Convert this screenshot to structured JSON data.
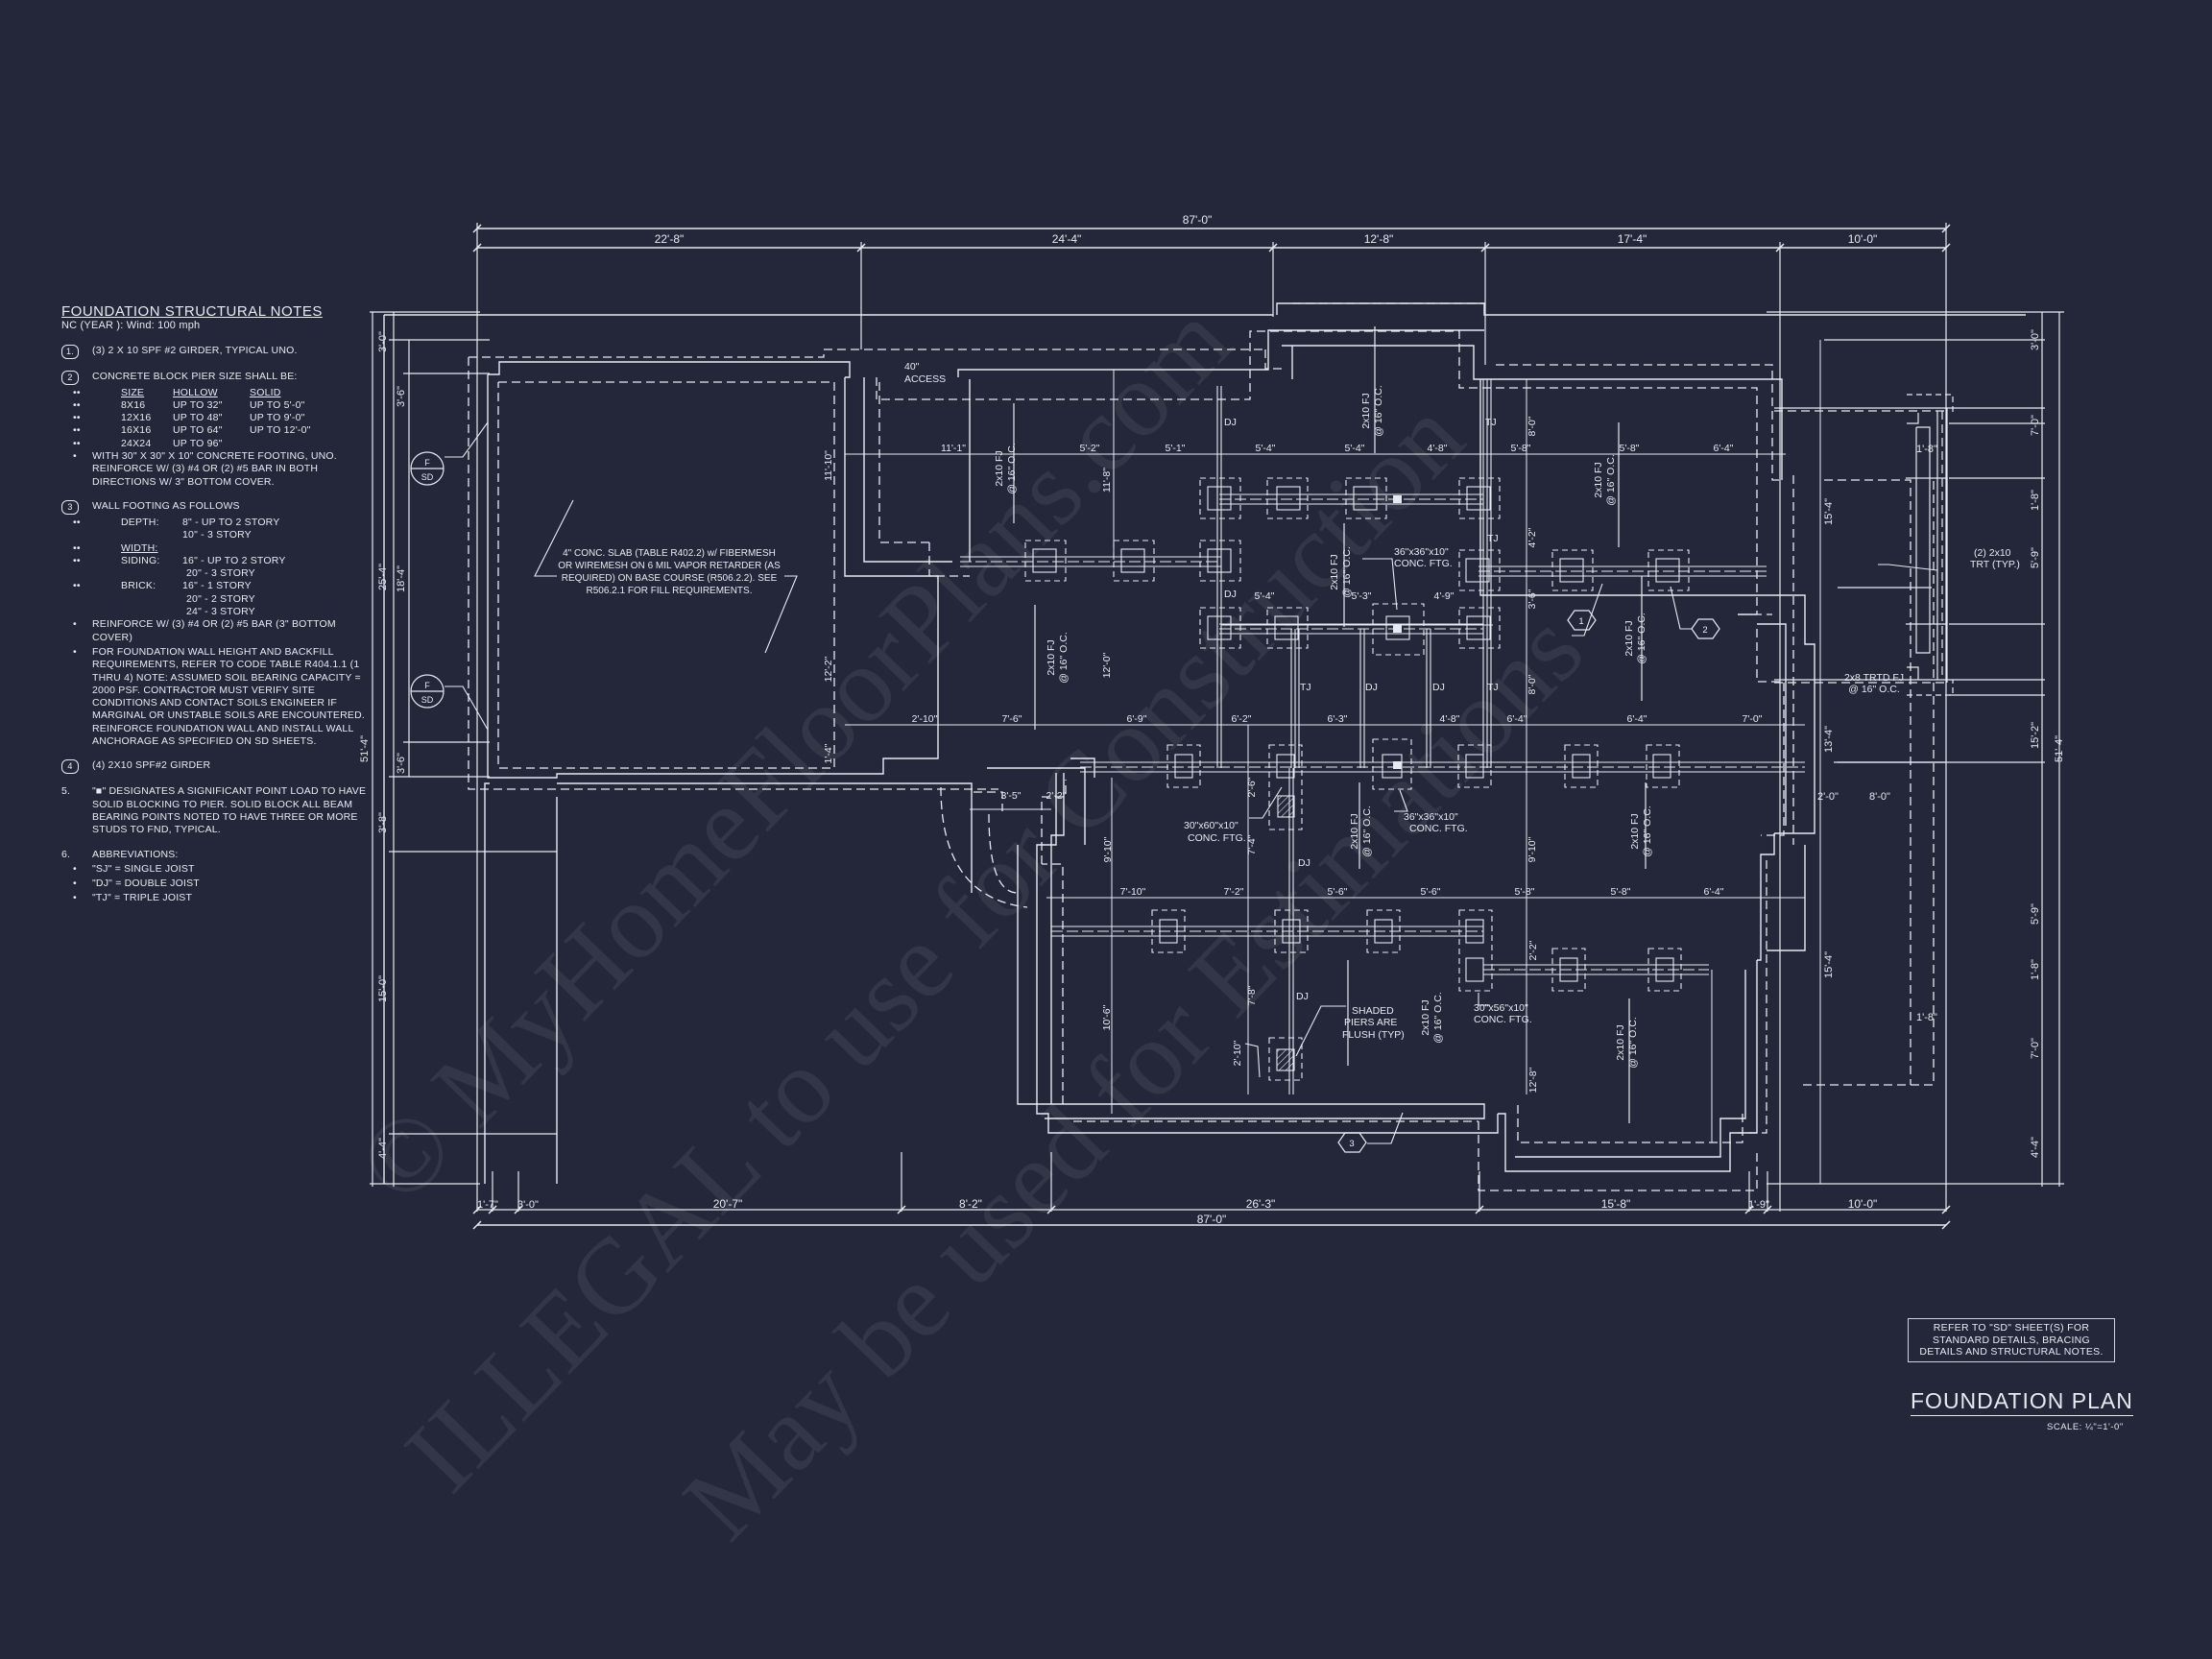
{
  "sheet": {
    "background": "#232739",
    "line_color": "#e8eaf2",
    "title": "FOUNDATION PLAN",
    "scale": "SCALE: ¼\"=1'-0\"",
    "reference_note": [
      "REFER TO \"SD\"  SHEET(S) FOR",
      "STANDARD DETAILS, BRACING",
      "DETAILS AND STRUCTURAL NOTES."
    ]
  },
  "notes": {
    "title": "FOUNDATION STRUCTURAL NOTES",
    "subtitle": "NC (YEAR ): Wind: 100 mph",
    "n1": {
      "num": "1.",
      "text": "(3) 2 x 10 SPF #2 GIRDER, TYPICAL UNO."
    },
    "n2": {
      "num": "2",
      "text": "CONCRETE BLOCK PIER SIZE SHALL BE:",
      "headers": [
        "SIZE",
        "HOLLOW",
        "SOLID"
      ],
      "rows": [
        [
          "8x16",
          "UP TO 32\"",
          "UP TO 5'-0\""
        ],
        [
          "12x16",
          "UP TO 48\"",
          "UP TO 9'-0\""
        ],
        [
          "16x16",
          "UP TO 64\"",
          "UP TO 12'-0\""
        ],
        [
          "24x24",
          "UP TO 96\"",
          ""
        ]
      ],
      "footing": "WITH 30\" x 30\" x 10\" CONCRETE FOOTING, UNO. REINFORCE W/ (3) #4 OR (2) #5 BAR IN BOTH DIRECTIONS W/ 3\" BOTTOM COVER."
    },
    "n3": {
      "num": "3",
      "text": "WALL FOOTING AS FOLLOWS",
      "depth_label": "DEPTH:",
      "depth": [
        "8\" - UP TO 2 STORY",
        "10\" - 3 STORY"
      ],
      "width_label": "WIDTH:",
      "siding_label": "SIDING:",
      "siding": [
        "16\" - UP TO 2 STORY",
        "20\" - 3 STORY"
      ],
      "brick_label": "BRICK:",
      "brick": [
        "16\" - 1 STORY",
        "20\" - 2 STORY",
        "24\" - 3 STORY"
      ],
      "reinforce": "REINFORCE W/ (3) #4 OR (2) #5 BAR (3\" BOTTOM COVER)",
      "backfill": "FOR FOUNDATION WALL HEIGHT AND BACKFILL REQUIREMENTS, REFER TO CODE TABLE R404.1.1 (1 THRU 4) NOTE: ASSUMED SOIL BEARING CAPACITY = 2000 PSF. CONTRACTOR MUST VERIFY SITE CONDITIONS AND CONTACT SOILS ENGINEER IF MARGINAL OR UNSTABLE SOILS ARE ENCOUNTERED. REINFORCE FOUNDATION WALL AND INSTALL WALL ANCHORAGE AS SPECIFIED ON SD SHEETS."
    },
    "n4": {
      "num": "4",
      "text": "(4) 2x10 SPF#2 GIRDER"
    },
    "n5": {
      "num": "5.",
      "text": "\"■\" DESIGNATES A SIGNIFICANT POINT LOAD TO HAVE SOLID BLOCKING TO  PIER. SOLID BLOCK ALL BEAM BEARING POINTS NOTED TO HAVE THREE OR MORE STUDS TO FND, TYPICAL."
    },
    "n6": {
      "num": "6.",
      "text": "ABBREVIATIONS:",
      "items": [
        "\"SJ\" = SINGLE JOIST",
        "\"DJ\" = DOUBLE JOIST",
        "\"TJ\" = TRIPLE JOIST"
      ]
    }
  },
  "dimensions": {
    "top_overall": "87'-0\"",
    "top_segments": [
      "22'-8\"",
      "24'-4\"",
      "12'-8\"",
      "17'-4\"",
      "10'-0\""
    ],
    "bottom_overall": "87'-0\"",
    "bottom_segments": [
      "1'-7\"",
      "3'-0\"",
      "20'-7\"",
      "8'-2\"",
      "26'-3\"",
      "15'-8\"",
      "1'-9\"",
      "10'-0\""
    ],
    "left_overall": "51'-4\"",
    "left_outer": [
      "3'-0\"",
      "25'-4\"",
      "3'-8\"",
      "15'-0\"",
      "4'-4\""
    ],
    "left_inner": [
      "3'-6\"",
      "18'-4\"",
      "3'-6\""
    ],
    "right_overall": "51'-4\"",
    "right_segments": [
      "3'-0\"",
      "7'-0\"",
      "1'-8\"",
      "5'-9\"",
      "15'-2\"",
      "5'-9\"",
      "1'-8\"",
      "7'-0\"",
      "4'-4\""
    ],
    "porch": {
      "top": "1'-8\"",
      "bottom": "1'-8\"",
      "left_upper": "15'-4\"",
      "left_mid": "13'-4\"",
      "left_lower": "15'-4\"",
      "span_a": "2'-0\"",
      "span_b": "8'-0\""
    },
    "interior_row1": [
      "11'-1\"",
      "5'-2\"",
      "5'-1\"",
      "5'-4\"",
      "5'-4\"",
      "4'-8\"",
      "5'-8\"",
      "5'-8\"",
      "6'-4\""
    ],
    "interior_row2": [
      "5'-4\"",
      "5'-3\"",
      "4'-9\""
    ],
    "interior_row3": [
      "2'-10\"",
      "7'-6\"",
      "6'-9\"",
      "6'-2\"",
      "6'-3\"",
      "4'-8\"",
      "6'-4\"",
      "6'-4\"",
      "7'-0\""
    ],
    "interior_row4": [
      "7'-10\"",
      "7'-2\"",
      "5'-6\"",
      "5'-6\"",
      "5'-8\"",
      "5'-8\"",
      "6'-4\""
    ],
    "stair": [
      "3'-5\"",
      "2'-2\""
    ],
    "verticals": [
      "11'-10\"",
      "12'-2\"",
      "1'-4\"",
      "11'-8\"",
      "12'-0\"",
      "8'-0\"",
      "4'-2\"",
      "3'-6\"",
      "8'-0\"",
      "9'-10\"",
      "9'-10\"",
      "2'-6\"",
      "7'-4\"",
      "7'-8\"",
      "2'-10\"",
      "10'-6\"",
      "2'-2\"",
      "12'-8\""
    ]
  },
  "annotations": {
    "access": [
      "40\"",
      "ACCESS"
    ],
    "slab": [
      "4\" CONC. SLAB (TABLE R402.2) w/ FIBERMESH",
      "OR WIREMESH ON 6 MIL VAPOR RETARDER (AS",
      "REQUIRED) ON BASE COURSE (R506.2.2). SEE",
      "R506.2.1 FOR FILL REQUIREMENTS."
    ],
    "joist": [
      "2x10 FJ",
      "@ 16\" O.C."
    ],
    "porch_joist": [
      "2x8 TRTD FJ",
      "@ 16\" O.C."
    ],
    "porch_beam": [
      "(2) 2x10",
      "TRT (TYP.)"
    ],
    "ftg_36": [
      "36\"x36\"x10\"",
      "CONC. FTG."
    ],
    "ftg_30x60": [
      "30\"x60\"x10\"",
      "CONC. FTG."
    ],
    "ftg_30x56": [
      "30\"x56\"x10\"",
      "CONC. FTG."
    ],
    "shaded": [
      "SHADED",
      "PIERS ARE",
      "FLUSH (TYP)"
    ],
    "joist_tags": [
      "DJ",
      "TJ",
      "DJ",
      "TJ",
      "TJ",
      "DJ",
      "DJ",
      "TJ",
      "DJ",
      "DJ"
    ],
    "section_tag": [
      "F",
      "SD"
    ],
    "callouts": [
      "1",
      "2",
      "3"
    ]
  },
  "watermark": [
    "© MyHomeFloorPlans.com",
    "ILLEGAL to use for Construction",
    "May be used for Estimations"
  ]
}
